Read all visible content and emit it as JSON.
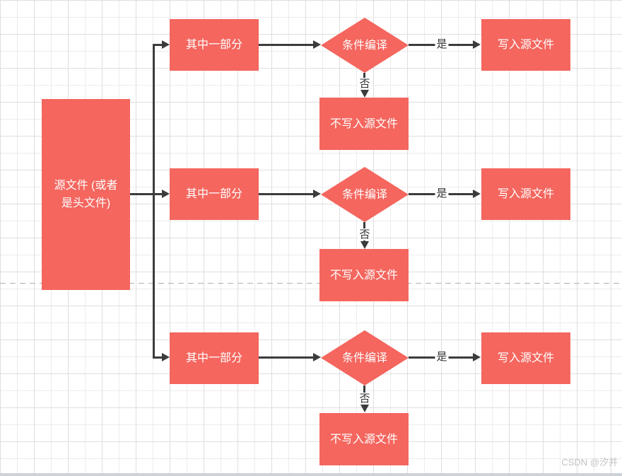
{
  "colors": {
    "shape_fill": "#f4665e",
    "shape_text": "#ffffff",
    "edge": "#3c3c3c",
    "edge_label": "#333333",
    "grid_minor": "#ececec",
    "grid_major": "#dedede",
    "separator": "#b0b0b0",
    "scrollbar": "#cdd1d8",
    "watermark": "#c3c3c7"
  },
  "source_node": {
    "line1": "源文件",
    "line2": "(或者是头文件)"
  },
  "rows": [
    {
      "part": "其中一部分",
      "decision": "条件编译",
      "yes_label": "是",
      "no_label": "否",
      "write": "写入源文件",
      "no_write": "不写入源文件"
    },
    {
      "part": "其中一部分",
      "decision": "条件编译",
      "yes_label": "是",
      "no_label": "否",
      "write": "写入源文件",
      "no_write": "不写入源文件"
    },
    {
      "part": "其中一部分",
      "decision": "条件编译",
      "yes_label": "是",
      "no_label": "否",
      "write": "写入源文件",
      "no_write": "不写入源文件"
    }
  ],
  "watermark": "CSDN @汐并"
}
